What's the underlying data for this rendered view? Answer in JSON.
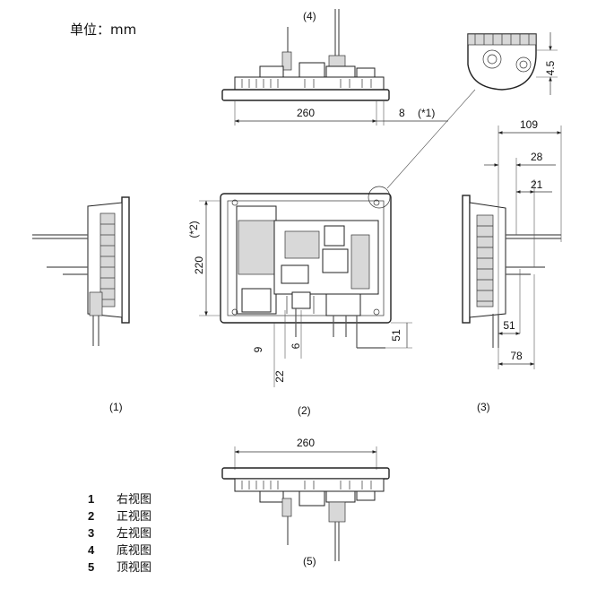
{
  "unit_label": "单位：mm",
  "views": {
    "right": {
      "caption": "(1)"
    },
    "front": {
      "caption": "(2)"
    },
    "left": {
      "caption": "(3)"
    },
    "bottom": {
      "caption": "(4)"
    },
    "top": {
      "caption": "(5)"
    }
  },
  "dimensions": {
    "bottom_width": "260",
    "bottom_offset": "8",
    "bottom_offset_note": "(*1)",
    "detail_offset": "4.5",
    "front_height": "220",
    "front_height_note": "(*2)",
    "front_lower_51": "51",
    "front_9": "9",
    "front_6": "6",
    "front_22": "22",
    "left_109": "109",
    "left_28": "28",
    "left_21": "21",
    "left_51": "51",
    "left_78": "78",
    "top_width": "260"
  },
  "legend": [
    {
      "num": "1",
      "text": "右视图"
    },
    {
      "num": "2",
      "text": "正视图"
    },
    {
      "num": "3",
      "text": "左视图"
    },
    {
      "num": "4",
      "text": "底视图"
    },
    {
      "num": "5",
      "text": "顶视图"
    }
  ]
}
